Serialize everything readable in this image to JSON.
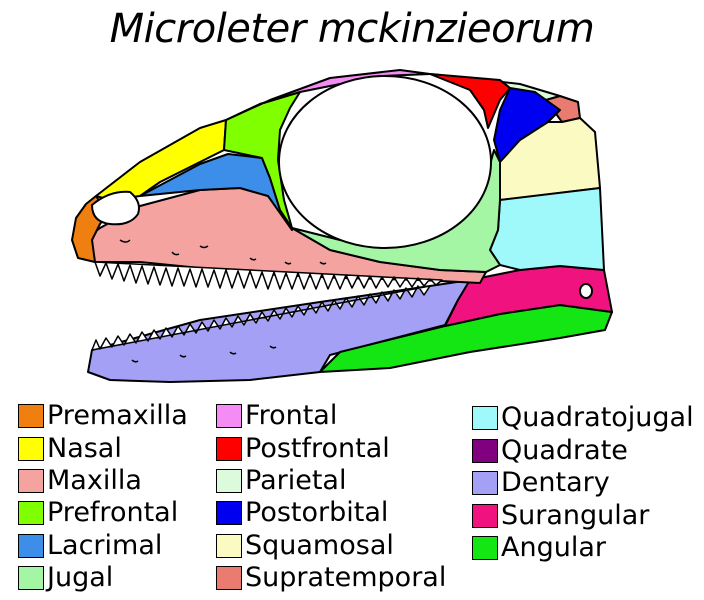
{
  "title": "Microleter mckinzieorum",
  "legend": [
    {
      "label": "Premaxilla",
      "color": "#f07f12"
    },
    {
      "label": "Nasal",
      "color": "#ffff00"
    },
    {
      "label": "Maxilla",
      "color": "#f4a3a0"
    },
    {
      "label": "Prefrontal",
      "color": "#80ff00"
    },
    {
      "label": "Lacrimal",
      "color": "#3c8ee8"
    },
    {
      "label": "Jugal",
      "color": "#a4f5a4"
    },
    {
      "label": "Frontal",
      "color": "#f58cf5"
    },
    {
      "label": "Postfrontal",
      "color": "#ff0000"
    },
    {
      "label": "Parietal",
      "color": "#dcfadc"
    },
    {
      "label": "Postorbital",
      "color": "#0000f0"
    },
    {
      "label": "Squamosal",
      "color": "#fafac2"
    },
    {
      "label": "Supratemporal",
      "color": "#ea7b70"
    },
    {
      "label": "Quadratojugal",
      "color": "#9ff8fa"
    },
    {
      "label": "Quadrate",
      "color": "#800080"
    },
    {
      "label": "Dentary",
      "color": "#a3a0f5"
    },
    {
      "label": "Surangular",
      "color": "#f0127f"
    },
    {
      "label": "Angular",
      "color": "#14e614"
    }
  ]
}
